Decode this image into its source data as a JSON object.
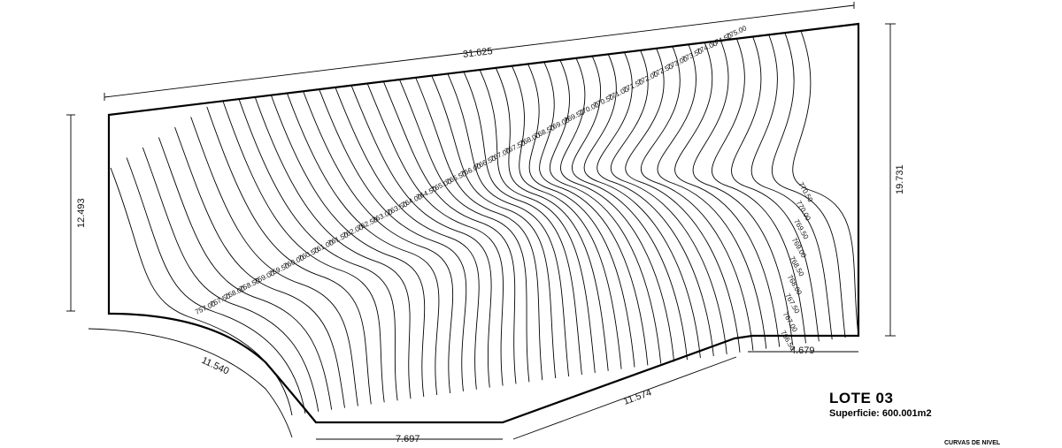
{
  "lot": {
    "title": "LOTE 03",
    "area": "Superficie: 600.001m2",
    "legend": "CURVAS DE NIVEL"
  },
  "dimensions": {
    "top": "31.625",
    "left": "12.493",
    "right": "19.731",
    "bottom_right": "4.679",
    "bottom_diag": "11.574",
    "bottom": "7.697",
    "arc": "11.540"
  },
  "contour_labels_left": [
    "757.00",
    "757.50",
    "758.00",
    "758.50",
    "759.00",
    "759.50",
    "760.00",
    "760.50",
    "761.00",
    "761.50",
    "762.00",
    "762.50",
    "763.00",
    "763.50",
    "764.00",
    "764.50",
    "765.00",
    "765.50",
    "766.00",
    "766.50",
    "767.00",
    "767.50",
    "768.00",
    "768.50",
    "769.00",
    "769.50",
    "770.00",
    "770.50",
    "771.00",
    "771.50",
    "772.00",
    "772.50",
    "773.00",
    "773.50",
    "774.00",
    "774.50",
    "775.00"
  ],
  "contour_labels_right": [
    "770.50",
    "770.00",
    "769.50",
    "769.00",
    "768.50",
    "768.00",
    "767.50",
    "767.00",
    "766.50"
  ]
}
